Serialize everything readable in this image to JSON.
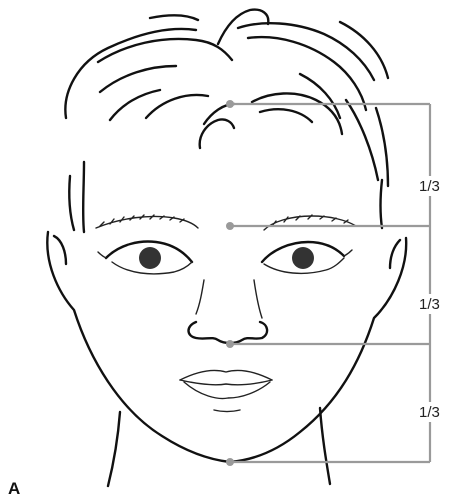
{
  "figure": {
    "panel_label": "A",
    "proportions": [
      {
        "label": "1/3"
      },
      {
        "label": "1/3"
      },
      {
        "label": "1/3"
      }
    ],
    "guide_color": "#9a9a9a",
    "ink_color": "#111111"
  }
}
